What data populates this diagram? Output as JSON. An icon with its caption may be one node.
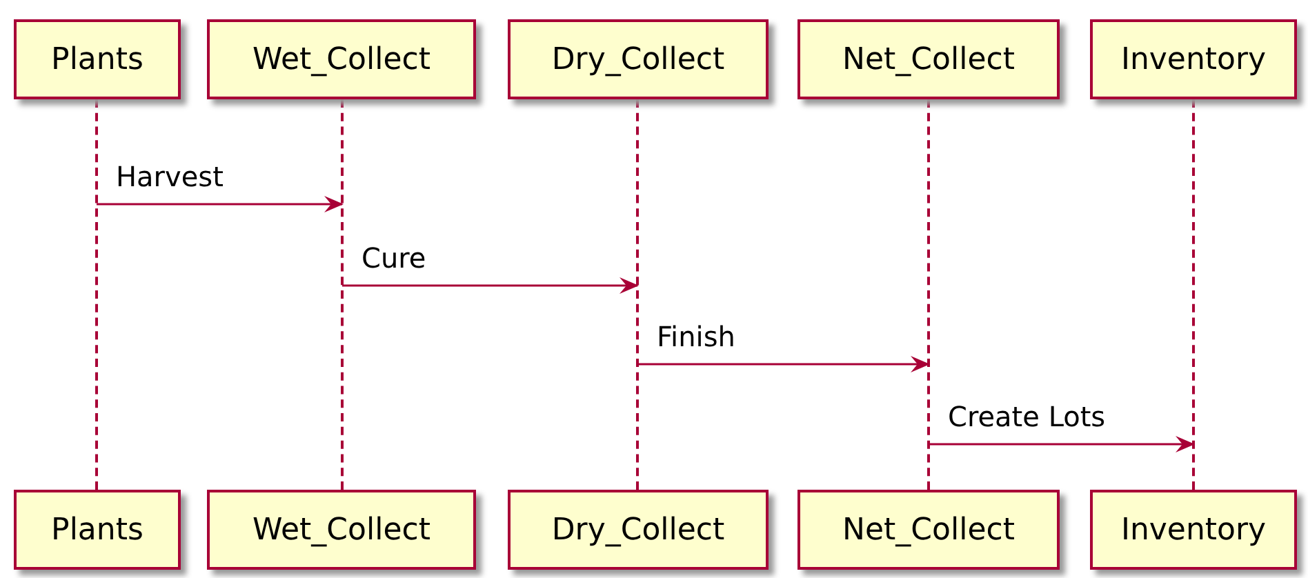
{
  "diagram": {
    "nodes": [
      {
        "text": [
          "Plants"
        ]
      },
      {
        "text": [
          "Wet_Collect"
        ]
      },
      {
        "text": [
          "Dry_Collect"
        ]
      },
      {
        "text": [
          "Net_Collect"
        ]
      },
      {
        "text": [
          "Inventory"
        ]
      },
      {
        "text": [],
        "shape": "line"
      },
      {
        "text": [],
        "shape": "line"
      },
      {
        "text": [],
        "shape": "line"
      },
      {
        "text": [],
        "shape": "line"
      },
      {
        "text": [],
        "shape": "line"
      },
      {
        "text": [
          "Plants"
        ]
      },
      {
        "text": [
          "Wet_Collect"
        ]
      },
      {
        "text": [
          "Dry_Collect"
        ]
      },
      {
        "text": [
          "Net_Collect"
        ]
      },
      {
        "text": [
          "Inventory"
        ]
      }
    ],
    "edges": [
      {
        "from": 5,
        "to": 6,
        "arrow": "to",
        "label": "Harvest"
      },
      {
        "from": 6,
        "to": 7,
        "arrow": "to",
        "label": "Cure"
      },
      {
        "from": 7,
        "to": 8,
        "arrow": "to",
        "label": "Finish"
      },
      {
        "from": 8,
        "to": 9,
        "arrow": "to",
        "label": "Create Lots"
      }
    ]
  }
}
